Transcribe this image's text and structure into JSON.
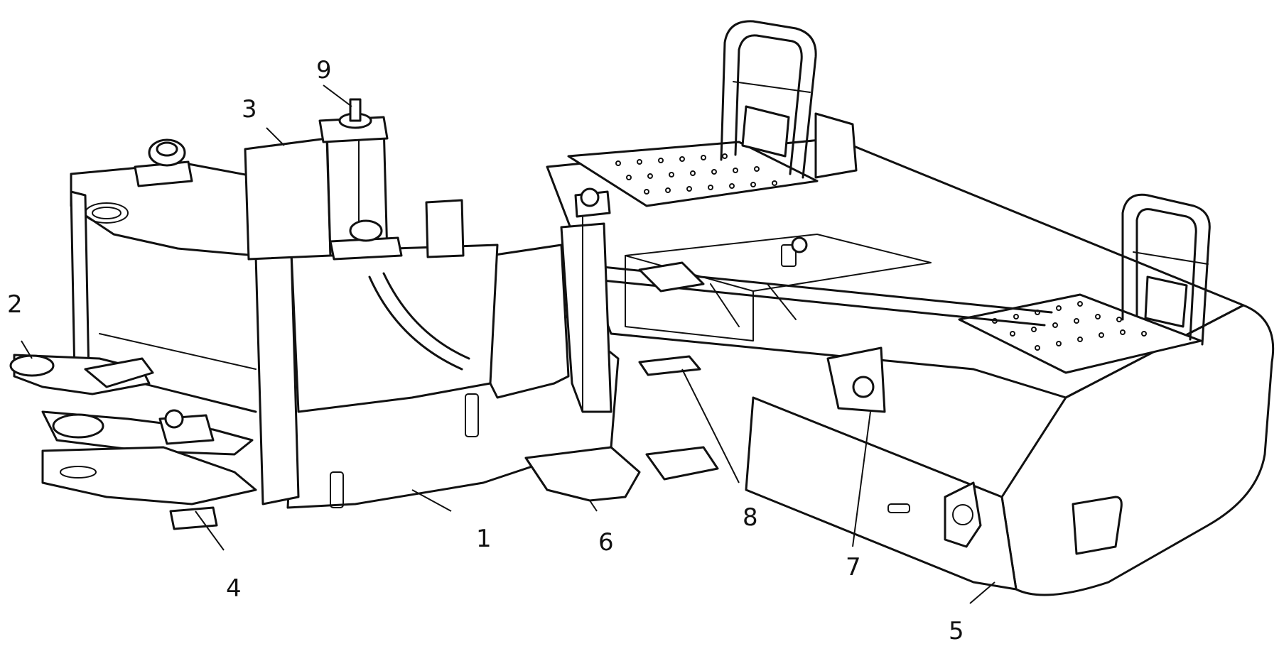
{
  "callouts": [
    {
      "id": "1",
      "label": "1"
    },
    {
      "id": "2",
      "label": "2"
    },
    {
      "id": "3",
      "label": "3"
    },
    {
      "id": "4",
      "label": "4"
    },
    {
      "id": "5",
      "label": "5"
    },
    {
      "id": "6",
      "label": "6"
    },
    {
      "id": "7",
      "label": "7"
    },
    {
      "id": "8",
      "label": "8"
    },
    {
      "id": "9",
      "label": "9"
    }
  ],
  "colors": {
    "line": "#111111",
    "background": "#ffffff"
  }
}
